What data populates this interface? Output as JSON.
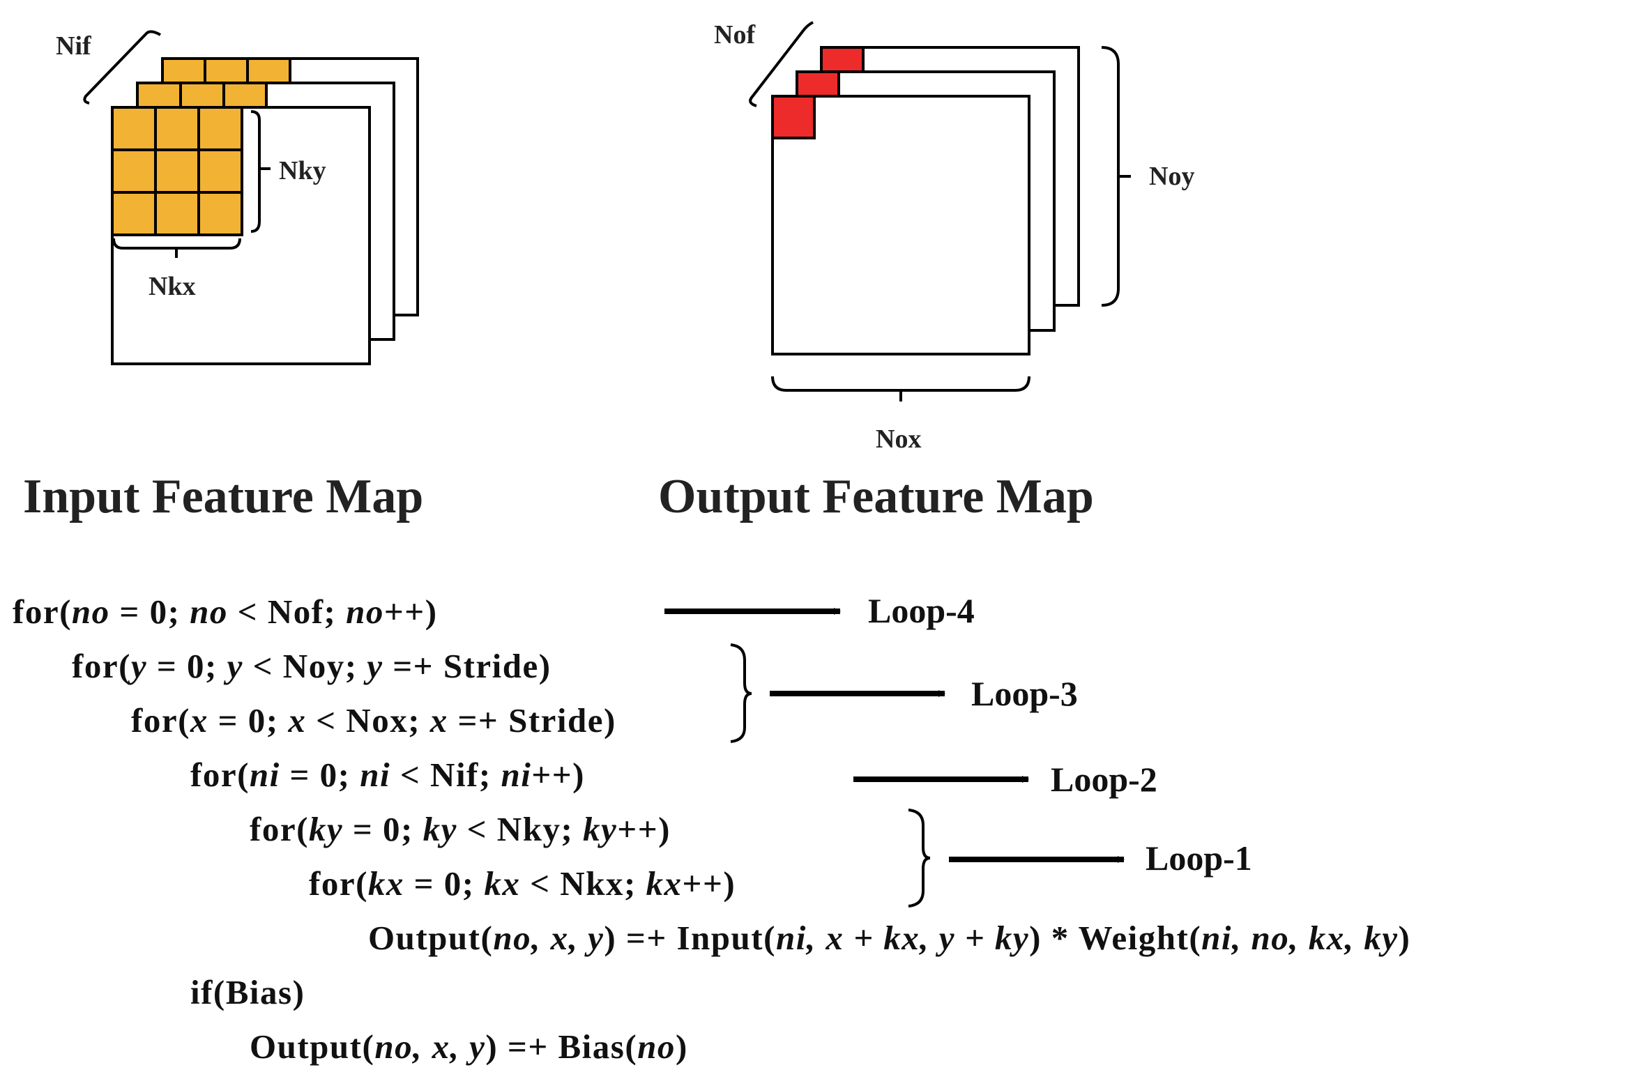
{
  "input_map": {
    "title": "Input Feature Map",
    "labels": {
      "nif": "Nif",
      "nky": "Nky",
      "nkx": "Nkx"
    },
    "kernel_color": "#F2B233"
  },
  "output_map": {
    "title": "Output Feature Map",
    "labels": {
      "nof": "Nof",
      "noy": "Noy",
      "nox": "Nox"
    },
    "output_color": "#EE2B2B"
  },
  "code_lines": [
    [
      "for(",
      {
        "i": "no"
      },
      " = 0; ",
      {
        "i": "no"
      },
      " < Nof; ",
      {
        "i": "no"
      },
      "++)"
    ],
    [
      "for(",
      {
        "i": "y"
      },
      " = 0; ",
      {
        "i": "y"
      },
      " < Noy; ",
      {
        "i": "y"
      },
      " =+ Stride)"
    ],
    [
      "for(",
      {
        "i": "x"
      },
      " = 0; ",
      {
        "i": "x"
      },
      " < Nox; ",
      {
        "i": "x"
      },
      " =+ Stride)"
    ],
    [
      "for(",
      {
        "i": "ni"
      },
      " = 0; ",
      {
        "i": "ni"
      },
      " < Nif; ",
      {
        "i": "ni"
      },
      "++)"
    ],
    [
      "for(",
      {
        "i": "ky"
      },
      " = 0; ",
      {
        "i": "ky"
      },
      " < Nky; ",
      {
        "i": "ky"
      },
      "++)"
    ],
    [
      "for(",
      {
        "i": "kx"
      },
      " = 0; ",
      {
        "i": "kx"
      },
      " < Nkx; ",
      {
        "i": "kx"
      },
      "++)"
    ],
    [
      "Output(",
      {
        "i": "no, x, y"
      },
      ") =+ Input(",
      {
        "i": "ni, x + kx, y + ky"
      },
      ") * Weight(",
      {
        "i": "ni, no, kx, ky"
      },
      ")"
    ],
    [
      "if(Bias)"
    ],
    [
      "Output(",
      {
        "i": "no, x, y"
      },
      ") =+ Bias(",
      {
        "i": "no"
      },
      ")"
    ]
  ],
  "loops": {
    "loop4": "Loop-4",
    "loop3": "Loop-3",
    "loop2": "Loop-2",
    "loop1": "Loop-1"
  }
}
